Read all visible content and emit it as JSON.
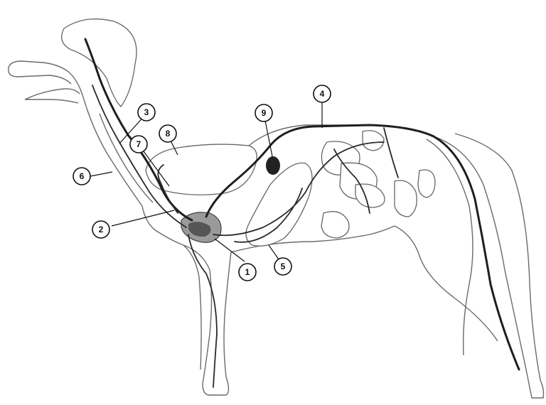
{
  "callouts": [
    {
      "id": "1",
      "label": "1"
    },
    {
      "id": "2",
      "label": "2"
    },
    {
      "id": "3",
      "label": "3"
    },
    {
      "id": "4",
      "label": "4"
    },
    {
      "id": "5",
      "label": "5"
    },
    {
      "id": "6",
      "label": "6"
    },
    {
      "id": "7",
      "label": "7"
    },
    {
      "id": "8",
      "label": "8"
    },
    {
      "id": "9",
      "label": "9"
    }
  ],
  "colors": {
    "outline": "#6a6a6a",
    "vessel": "#1e1e1e",
    "heart": "#9a9a9a",
    "spleen": "#222222"
  }
}
